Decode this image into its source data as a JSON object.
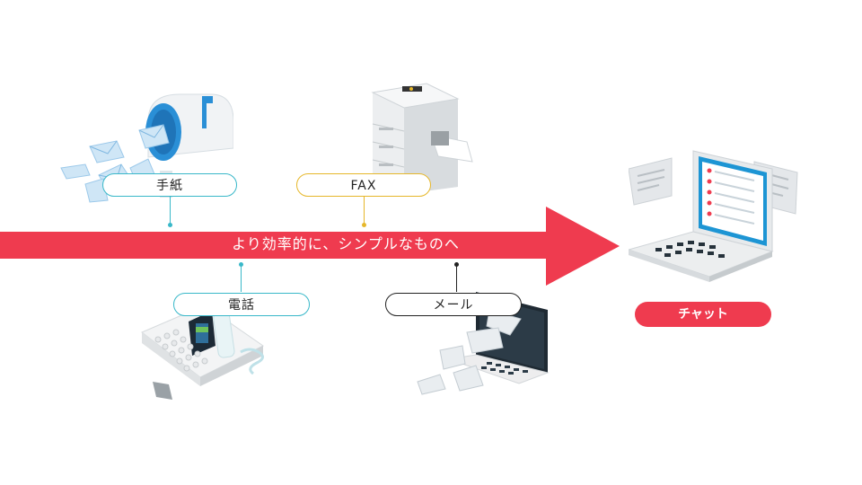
{
  "arrow": {
    "label": "より効率的に、シンプルなものへ",
    "color": "#ef3b4f"
  },
  "channels": [
    {
      "label": "手紙",
      "accent": "#39b8c9"
    },
    {
      "label": "FAX",
      "accent": "#e6b72a"
    },
    {
      "label": "電話",
      "accent": "#39b8c9"
    },
    {
      "label": "メール",
      "accent": "#222222"
    }
  ],
  "destination": {
    "label": "チャット",
    "color": "#ef3b4f"
  },
  "icons": [
    "mailbox-icon",
    "fax-machine-icon",
    "desk-phone-icon",
    "laptop-email-icon",
    "laptop-chat-icon"
  ]
}
